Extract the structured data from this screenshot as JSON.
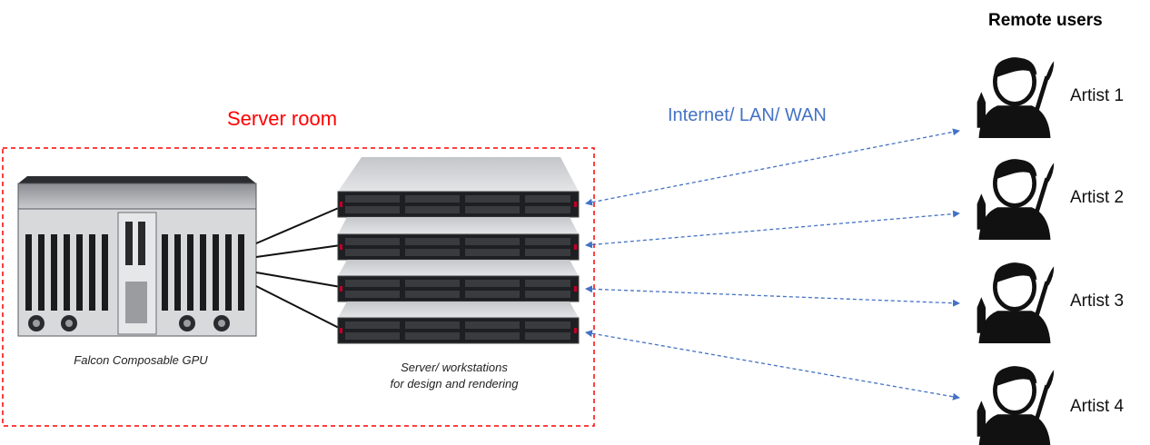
{
  "server_room": {
    "title": "Server room",
    "title_color": "#ff0000",
    "border_color": "#ff0000"
  },
  "network": {
    "label": "Internet/ LAN/ WAN",
    "color": "#4472c4"
  },
  "falcon": {
    "caption": "Falcon Composable GPU"
  },
  "servers": {
    "caption_line1": "Server/ workstations",
    "caption_line2": "for design and rendering",
    "count": 4,
    "accent_color": "#c0002a"
  },
  "remote_users": {
    "title": "Remote users",
    "artists": [
      {
        "label": "Artist 1"
      },
      {
        "label": "Artist 2"
      },
      {
        "label": "Artist 3"
      },
      {
        "label": "Artist 4"
      }
    ]
  }
}
